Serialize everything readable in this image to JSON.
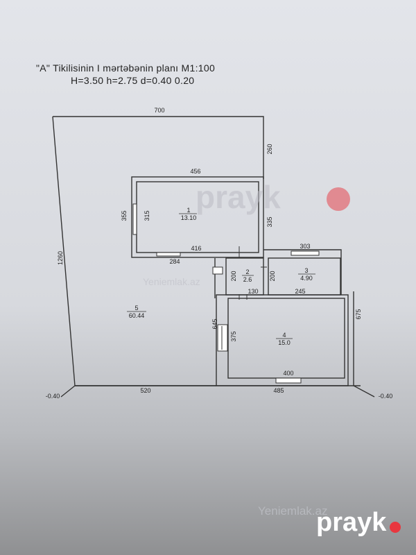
{
  "title_line1": "\"A\" Tikilisinin I  mərtəbənin planı M1:100",
  "title_line2": "H=3.50  h=2.75  d=0.40  0.20",
  "dims": {
    "top_outer": "700",
    "left_outer": "1260",
    "right_upper": "260",
    "room1_top": "456",
    "room1_left": "355",
    "room1_inner_left": "315",
    "room1_right": "335",
    "room1_bottom": "416",
    "window_284": "284",
    "room3_top": "303",
    "room2_left": "200",
    "room3_left": "200",
    "corridor": "130",
    "room3_bottom": "245",
    "right_lower": "675",
    "room4_left_outer": "645",
    "room4_left_inner": "375",
    "room4_bottom": "400",
    "bottom_left": "520",
    "bottom_right": "485",
    "level_left": "-0.40",
    "level_right": "-0.40"
  },
  "rooms": [
    {
      "number": "1",
      "area": "13.10"
    },
    {
      "number": "2",
      "area": "2.6"
    },
    {
      "number": "3",
      "area": "4.90"
    },
    {
      "number": "4",
      "area": "15.0"
    },
    {
      "number": "5",
      "area": "60.44"
    }
  ],
  "watermark": {
    "brand": "prayk",
    "site": "Yeniemlak.az",
    "dot_color": "#e8373f"
  }
}
